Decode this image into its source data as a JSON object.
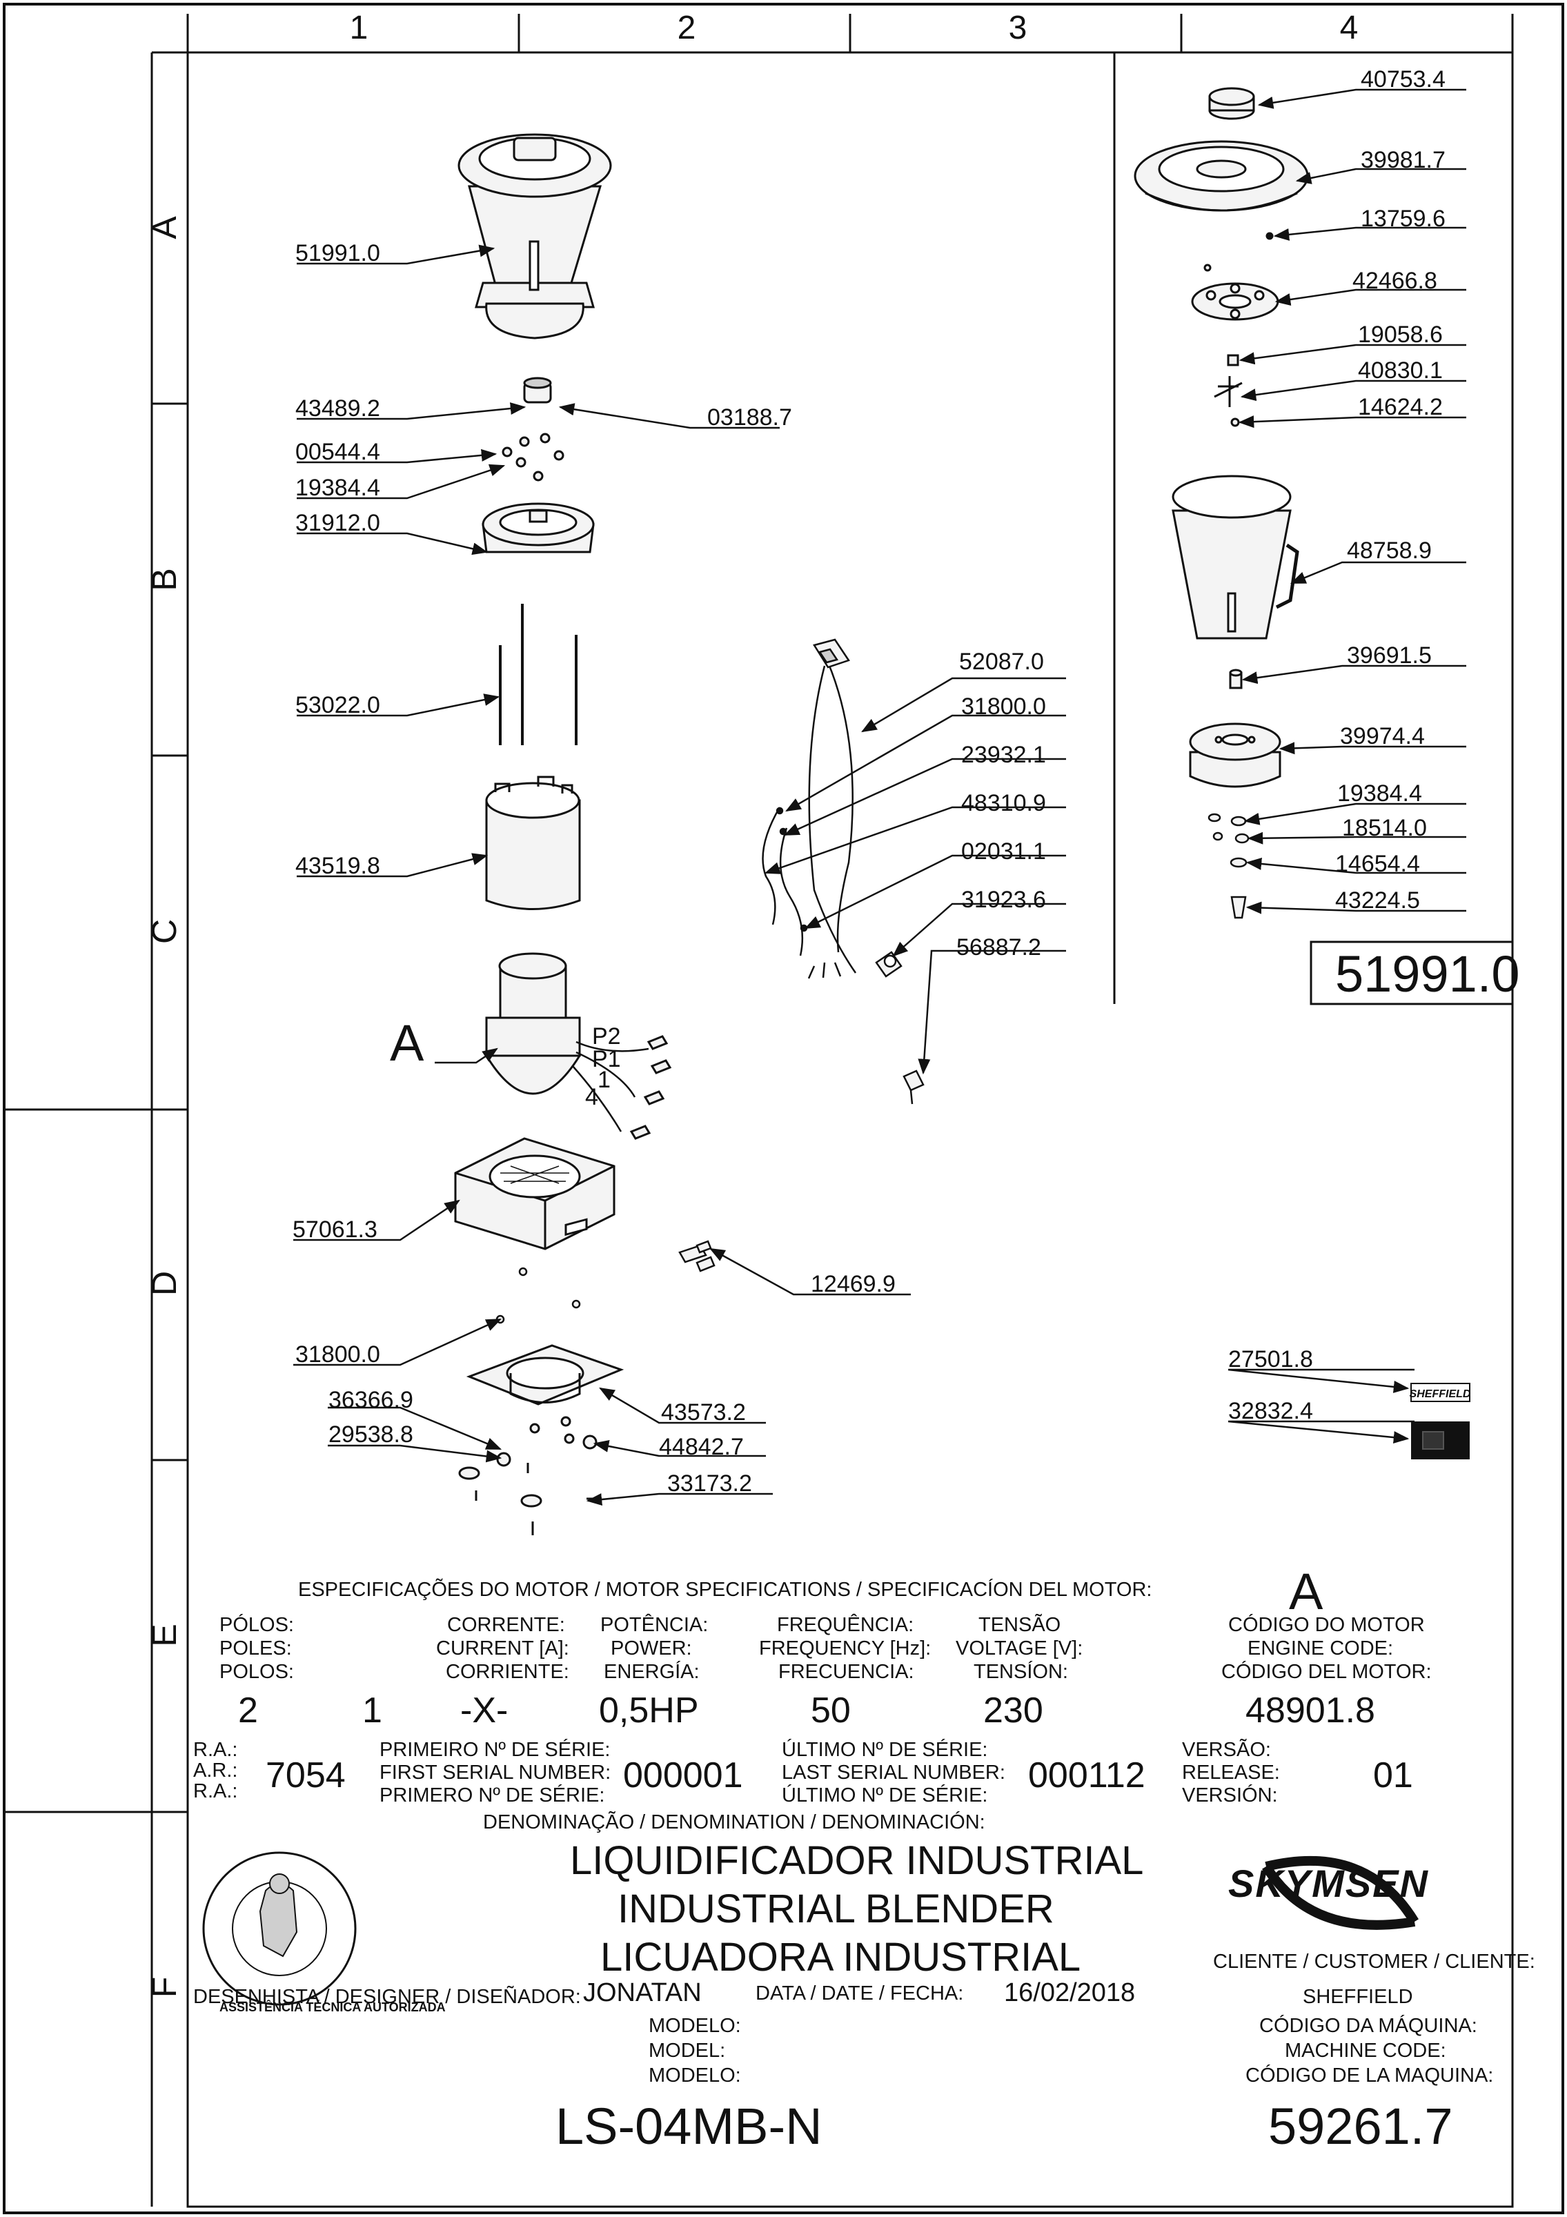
{
  "grid": {
    "columns": [
      "1",
      "2",
      "3",
      "4"
    ],
    "rows": [
      "A",
      "B",
      "C",
      "D",
      "E",
      "F"
    ]
  },
  "part_callouts": [
    {
      "id": "p-51991-0",
      "label": "51991.0"
    },
    {
      "id": "p-43489-2",
      "label": "43489.2"
    },
    {
      "id": "p-03188-7",
      "label": "03188.7"
    },
    {
      "id": "p-00544-4",
      "label": "00544.4"
    },
    {
      "id": "p-19384-4a",
      "label": "19384.4"
    },
    {
      "id": "p-31912-0",
      "label": "31912.0"
    },
    {
      "id": "p-53022-0",
      "label": "53022.0"
    },
    {
      "id": "p-43519-8",
      "label": "43519.8"
    },
    {
      "id": "p-57061-3",
      "label": "57061.3"
    },
    {
      "id": "p-12469-9",
      "label": "12469.9"
    },
    {
      "id": "p-31800-0a",
      "label": "31800.0"
    },
    {
      "id": "p-36366-9",
      "label": "36366.9"
    },
    {
      "id": "p-29538-8",
      "label": "29538.8"
    },
    {
      "id": "p-43573-2",
      "label": "43573.2"
    },
    {
      "id": "p-44842-7",
      "label": "44842.7"
    },
    {
      "id": "p-33173-2",
      "label": "33173.2"
    },
    {
      "id": "p-52087-0",
      "label": "52087.0"
    },
    {
      "id": "p-31800-0b",
      "label": "31800.0"
    },
    {
      "id": "p-23932-1",
      "label": "23932.1"
    },
    {
      "id": "p-48310-9",
      "label": "48310.9"
    },
    {
      "id": "p-02031-1",
      "label": "02031.1"
    },
    {
      "id": "p-31923-6",
      "label": "31923.6"
    },
    {
      "id": "p-56887-2",
      "label": "56887.2"
    },
    {
      "id": "p-40753-4",
      "label": "40753.4"
    },
    {
      "id": "p-39981-7",
      "label": "39981.7"
    },
    {
      "id": "p-13759-6",
      "label": "13759.6"
    },
    {
      "id": "p-42466-8",
      "label": "42466.8"
    },
    {
      "id": "p-19058-6",
      "label": "19058.6"
    },
    {
      "id": "p-40830-1",
      "label": "40830.1"
    },
    {
      "id": "p-14624-2",
      "label": "14624.2"
    },
    {
      "id": "p-48758-9",
      "label": "48758.9"
    },
    {
      "id": "p-39691-5",
      "label": "39691.5"
    },
    {
      "id": "p-39974-4",
      "label": "39974.4"
    },
    {
      "id": "p-19384-4b",
      "label": "19384.4"
    },
    {
      "id": "p-18514-0",
      "label": "18514.0"
    },
    {
      "id": "p-14654-4",
      "label": "14654.4"
    },
    {
      "id": "p-43224-5",
      "label": "43224.5"
    },
    {
      "id": "p-27501-8",
      "label": "27501.8"
    },
    {
      "id": "p-32832-4",
      "label": "32832.4"
    }
  ],
  "motor_callout": {
    "letter": "A",
    "terminals": [
      "P2",
      "P1",
      "1",
      "4"
    ]
  },
  "subassembly_box_code": "51991.0",
  "nameplate_text": "SHEFFIELD",
  "motor_specs": {
    "heading": "ESPECIFICAÇÕES DO MOTOR / MOTOR SPECIFICATIONS / SPECIFICACÍON DEL MOTOR:",
    "motor_letter": "A",
    "poles_label": [
      "PÓLOS:",
      "POLES:",
      "POLOS:"
    ],
    "current_label": [
      "CORRENTE:",
      "CURRENT [A]:",
      "CORRIENTE:"
    ],
    "power_label": [
      "POTÊNCIA:",
      "POWER:",
      "ENERGÍA:"
    ],
    "frequency_label": [
      "FREQUÊNCIA:",
      "FREQUENCY [Hz]:",
      "FRECUENCIA:"
    ],
    "voltage_label": [
      "TENSÃO",
      "VOLTAGE [V]:",
      "TENSÍON:"
    ],
    "engine_code_label": [
      "CÓDIGO DO MOTOR",
      "ENGINE CODE:",
      "CÓDIGO DEL MOTOR:"
    ],
    "poles_value": "2",
    "current_value": "1",
    "current_mark": "-X-",
    "power_value": "0,5HP",
    "frequency_value": "50",
    "voltage_value": "230",
    "engine_code_value": "48901.8"
  },
  "serials": {
    "ra_label": [
      "R.A.:",
      "A.R.:",
      "R.A.:"
    ],
    "ra_value": "7054",
    "first_label": [
      "PRIMEIRO Nº DE SÉRIE:",
      "FIRST SERIAL NUMBER:",
      "PRIMERO Nº DE SÉRIE:"
    ],
    "first_value": "000001",
    "last_label": [
      "ÚLTIMO Nº DE SÉRIE:",
      "LAST SERIAL NUMBER:",
      "ÚLTIMO Nº DE SÉRIE:"
    ],
    "last_value": "000112",
    "release_label": [
      "VERSÃO:",
      "RELEASE:",
      "VERSIÓN:"
    ],
    "release_value": "01"
  },
  "denomination": {
    "label": "DENOMINAÇÃO / DENOMINATION / DENOMINACIÓN:",
    "lines": [
      "LIQUIDIFICADOR INDUSTRIAL",
      "INDUSTRIAL BLENDER",
      "LICUADORA INDUSTRIAL"
    ]
  },
  "seal_text": "ASSISTÊNCIA TÉCNICA AUTORIZADA",
  "brand_logo": "SKYMSEN",
  "client": {
    "label": "CLIENTE / CUSTOMER / CLIENTE:",
    "value": "SHEFFIELD"
  },
  "designer": {
    "label": "DESENHISTA / DESIGNER / DISEÑADOR:",
    "value": "JONATAN"
  },
  "date": {
    "label": "DATA / DATE / FECHA:",
    "value": "16/02/2018"
  },
  "model": {
    "label": [
      "MODELO:",
      "MODEL:",
      "MODELO:"
    ],
    "value": "LS-04MB-N"
  },
  "machine_code": {
    "label": [
      "CÓDIGO DA MÁQUINA:",
      "MACHINE CODE:",
      "CÓDIGO DE LA MAQUINA:"
    ],
    "value": "59261.7"
  },
  "colors": {
    "ink": "#111111",
    "paper": "#ffffff",
    "part_fill": "#f4f4f4",
    "shade": "#cfcfcf"
  }
}
